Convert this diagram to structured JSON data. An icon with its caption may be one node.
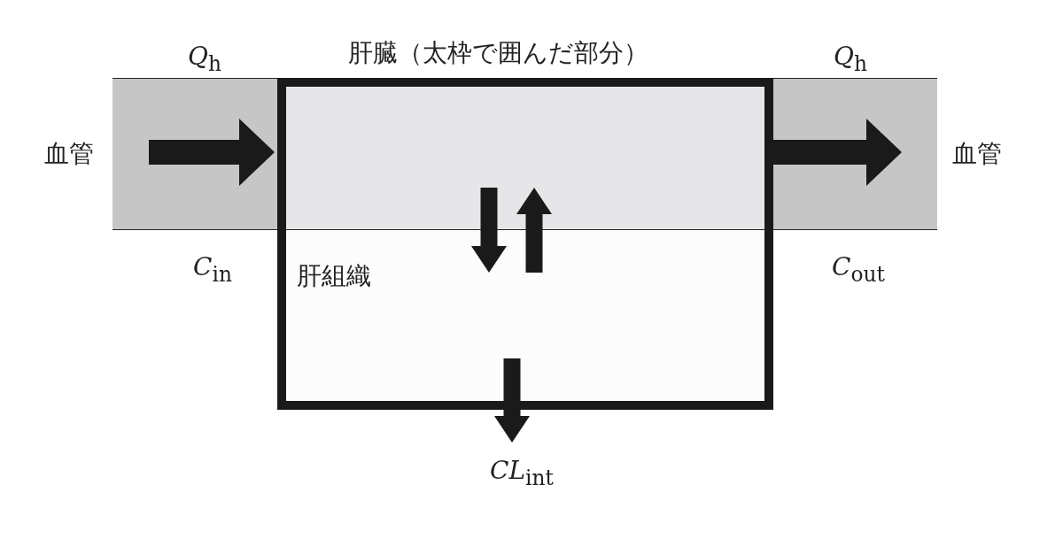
{
  "diagram": {
    "nodes": [
      {
        "text": [
          "肝臓（太枠で囲んだ部分）"
        ]
      },
      {
        "text": [
          "血管"
        ],
        "beside": [
          "*Q*$_{h}$",
          "*C*$_{in}$"
        ]
      },
      {
        "text": [],
        "shape": "box",
        "in": 0
      },
      {
        "text": [
          "肝組織"
        ],
        "in": 0
      },
      {
        "text": [
          "血管"
        ],
        "beside": [
          "*Q*$_{h}$",
          "*C*$_{out}$"
        ]
      },
      {
        "text": [
          "*CL*$_{int}$"
        ]
      }
    ],
    "edges": [
      {
        "from": 1,
        "to": 2,
        "arrow": "to"
      },
      {
        "from": 2,
        "to": 4,
        "arrow": "to"
      },
      {
        "from": 2,
        "to": 3,
        "arrow": "to"
      },
      {
        "from": 3,
        "to": 2,
        "arrow": "to"
      },
      {
        "from": 3,
        "to": 5,
        "arrow": "to"
      }
    ]
  }
}
